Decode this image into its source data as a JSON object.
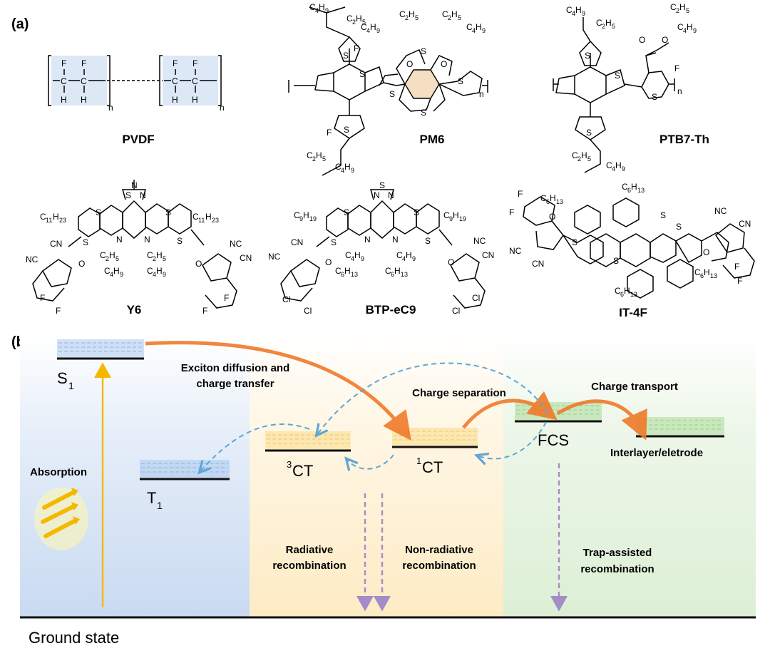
{
  "panel_a": {
    "label": "(a)",
    "molecules": [
      {
        "name": "PVDF"
      },
      {
        "name": "PM6"
      },
      {
        "name": "PTB7-Th"
      },
      {
        "name": "Y6"
      },
      {
        "name": "BTP-eC9"
      },
      {
        "name": "IT-4F"
      }
    ]
  },
  "panel_b": {
    "label": "(b)",
    "states": {
      "s1": "S",
      "s1_sub": "1",
      "t1": "T",
      "t1_sub": "1",
      "ct3_sup": "3",
      "ct3": "CT",
      "ct1_sup": "1",
      "ct1": "CT",
      "fcs": "FCS",
      "interlayer": "Interlayer/eletrode",
      "ground": "Ground state"
    },
    "process_labels": {
      "exciton_line1": "Exciton diffusion and",
      "exciton_line2": "charge transfer",
      "charge_separation": "Charge separation",
      "charge_transport": "Charge transport",
      "absorption": "Absorption",
      "radiative_line1": "Radiative",
      "radiative_line2": "recombination",
      "nonradiative_line1": "Non-radiative",
      "nonradiative_line2": "recombination",
      "trap_line1": "Trap-assisted",
      "trap_line2": "recombination"
    },
    "colors": {
      "arrow_orange": "#f07a2a",
      "arrow_blue_dashed": "#5ea6d6",
      "arrow_purple_dashed": "#a48cc8",
      "absorption_yellow": "#f5b800",
      "bg_blue": "#dce8f6",
      "bg_yellow": "#fff3da",
      "bg_green": "#e7f3e3",
      "band_blue": "#a9c9ee",
      "band_yellow": "#fbe2a0",
      "band_green": "#bfe3b3"
    }
  }
}
